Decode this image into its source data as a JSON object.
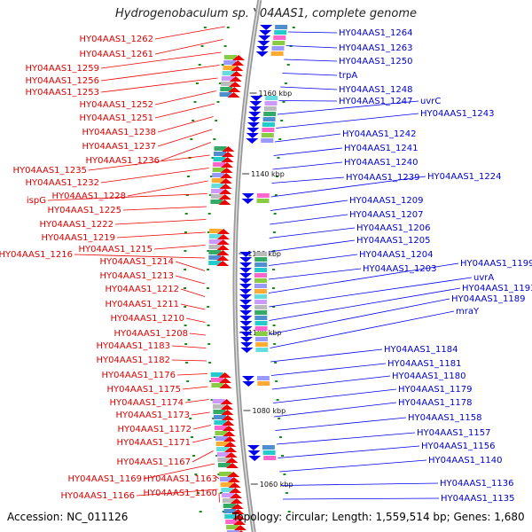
{
  "title": "Hydrogenobaculum sp. Y04AAS1, complete genome",
  "footer": {
    "accession": "Accession: NC_011126",
    "topology": "Topology: circular; Length: 1,559,514 bp; Genes: 1,680"
  },
  "colors": {
    "left_strand": "#ee0000",
    "right_strand": "#0000ee",
    "backbone": "#999999",
    "tick": "#1a8a1a"
  },
  "ticks": [
    "1160 kbp",
    "1140 kbp",
    "1120 kbp",
    "1100 kbp",
    "1080 kbp",
    "1060 kbp"
  ],
  "left_labels": [
    "HY04AAS1_1262",
    "HY04AAS1_1261",
    "HY04AAS1_1259",
    "HY04AAS1_1256",
    "HY04AAS1_1253",
    "HY04AAS1_1252",
    "HY04AAS1_1251",
    "HY04AAS1_1238",
    "HY04AAS1_1237",
    "HY04AAS1_1236",
    "HY04AAS1_1235",
    "HY04AAS1_1232",
    "HY04AAS1_1228",
    "ispG",
    "HY04AAS1_1225",
    "HY04AAS1_1222",
    "HY04AAS1_1219",
    "HY04AAS1_1215",
    "HY04AAS1_1216",
    "HY04AAS1_1214",
    "HY04AAS1_1213",
    "HY04AAS1_1212",
    "HY04AAS1_1211",
    "HY04AAS1_1210",
    "HY04AAS1_1208",
    "HY04AAS1_1183",
    "HY04AAS1_1182",
    "HY04AAS1_1176",
    "HY04AAS1_1175",
    "HY04AAS1_1174",
    "HY04AAS1_1173",
    "HY04AAS1_1172",
    "HY04AAS1_1171",
    "HY04AAS1_1167",
    "HY04AAS1_1169",
    "HY04AAS1_1163",
    "HY04AAS1_1166",
    "HY04AAS1_1160"
  ],
  "right_labels": [
    "HY04AAS1_1264",
    "HY04AAS1_1263",
    "HY04AAS1_1250",
    "trpA",
    "HY04AAS1_1248",
    "HY04AAS1_1247",
    "uvrC",
    "HY04AAS1_1243",
    "HY04AAS1_1242",
    "HY04AAS1_1241",
    "HY04AAS1_1240",
    "HY04AAS1_1239",
    "HY04AAS1_1224",
    "HY04AAS1_1209",
    "HY04AAS1_1207",
    "HY04AAS1_1206",
    "HY04AAS1_1205",
    "HY04AAS1_1204",
    "HY04AAS1_1203",
    "HY04AAS1_1199",
    "uvrA",
    "HY04AAS1_1193",
    "HY04AAS1_1189",
    "mraY",
    "HY04AAS1_1184",
    "HY04AAS1_1181",
    "HY04AAS1_1180",
    "HY04AAS1_1179",
    "HY04AAS1_1178",
    "HY04AAS1_1158",
    "HY04AAS1_1157",
    "HY04AAS1_1156",
    "HY04AAS1_1140",
    "HY04AAS1_1136",
    "HY04AAS1_1135"
  ]
}
